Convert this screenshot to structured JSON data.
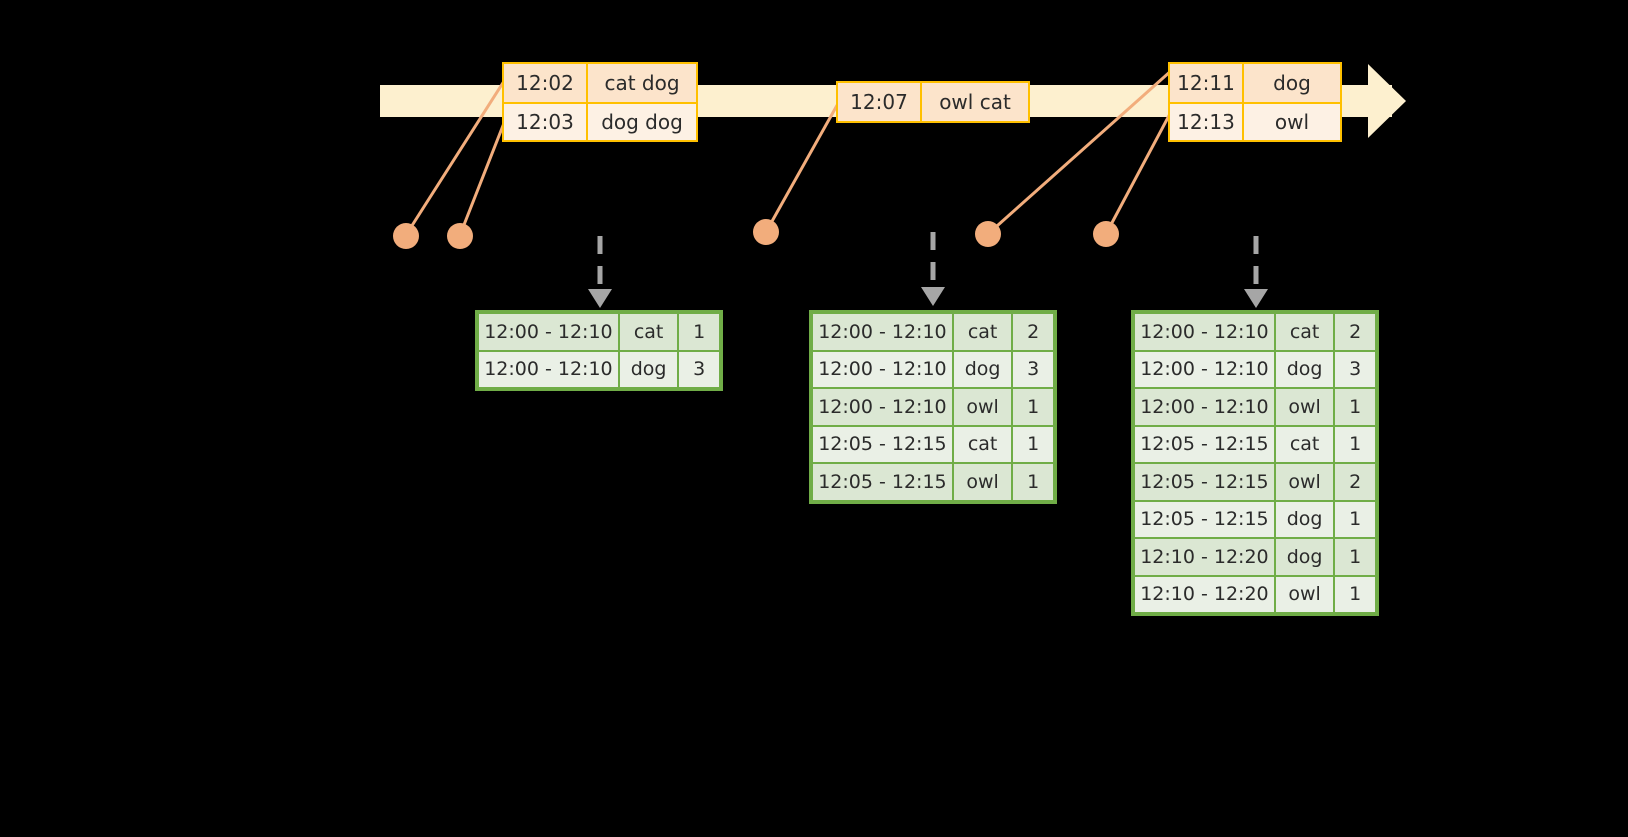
{
  "timeline": {
    "name": "event-stream-timeline",
    "bar_color": "#fdf0cf",
    "arrow_direction": "right"
  },
  "events": [
    {
      "id": "event-group-1",
      "rows": [
        {
          "time": "12:02",
          "value": "cat dog"
        },
        {
          "time": "12:03",
          "value": "dog dog"
        }
      ]
    },
    {
      "id": "event-group-2",
      "rows": [
        {
          "time": "12:07",
          "value": "owl cat"
        }
      ]
    },
    {
      "id": "event-group-3",
      "rows": [
        {
          "time": "12:11",
          "value": "dog"
        },
        {
          "time": "12:13",
          "value": "owl"
        }
      ]
    }
  ],
  "result_tables": [
    {
      "id": "result-table-1",
      "rows": [
        {
          "window": "12:00 - 12:10",
          "key": "cat",
          "count": "1"
        },
        {
          "window": "12:00 - 12:10",
          "key": "dog",
          "count": "3"
        }
      ]
    },
    {
      "id": "result-table-2",
      "rows": [
        {
          "window": "12:00 - 12:10",
          "key": "cat",
          "count": "2"
        },
        {
          "window": "12:00 - 12:10",
          "key": "dog",
          "count": "3"
        },
        {
          "window": "12:00 - 12:10",
          "key": "owl",
          "count": "1"
        },
        {
          "window": "12:05 - 12:15",
          "key": "cat",
          "count": "1"
        },
        {
          "window": "12:05 - 12:15",
          "key": "owl",
          "count": "1"
        }
      ]
    },
    {
      "id": "result-table-3",
      "rows": [
        {
          "window": "12:00 - 12:10",
          "key": "cat",
          "count": "2"
        },
        {
          "window": "12:00 - 12:10",
          "key": "dog",
          "count": "3"
        },
        {
          "window": "12:00 - 12:10",
          "key": "owl",
          "count": "1"
        },
        {
          "window": "12:05 - 12:15",
          "key": "cat",
          "count": "1"
        },
        {
          "window": "12:05 - 12:15",
          "key": "owl",
          "count": "2"
        },
        {
          "window": "12:05 - 12:15",
          "key": "dog",
          "count": "1"
        },
        {
          "window": "12:10 - 12:20",
          "key": "dog",
          "count": "1"
        },
        {
          "window": "12:10 - 12:20",
          "key": "owl",
          "count": "1"
        }
      ]
    }
  ],
  "colors": {
    "event_border": "#ffc000",
    "event_shade": "#fce4cb",
    "event_light": "#fdf1e4",
    "timeline": "#fdf0cf",
    "table_border": "#70ad47",
    "table_shade": "#dbe7d3",
    "table_light": "#eaf0e6",
    "connector": "#f2ad7c",
    "trigger_arrow": "#a6a6a6",
    "background": "#000000"
  }
}
